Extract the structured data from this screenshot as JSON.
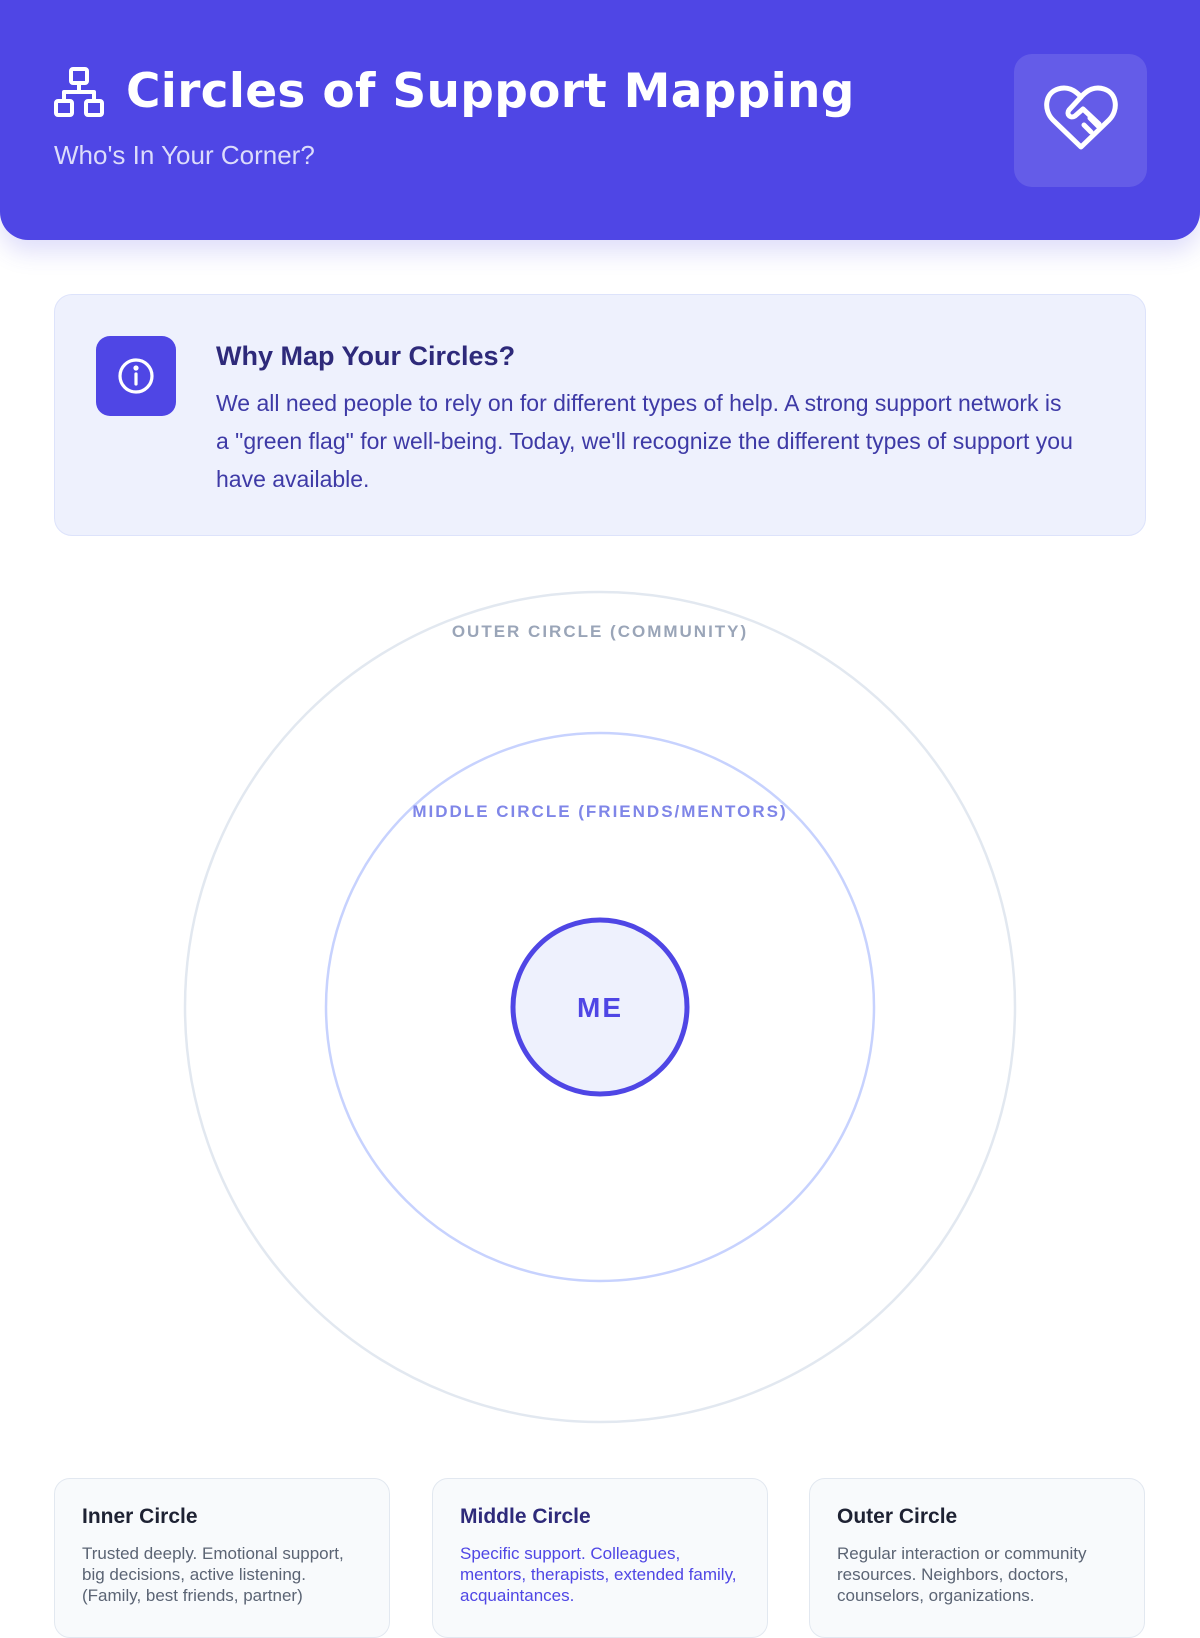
{
  "header": {
    "title": "Circles of Support Mapping",
    "subtitle": "Who's In Your Corner?",
    "title_icon": "sitemap-icon",
    "badge_icon": "heart-handshake-icon"
  },
  "info": {
    "icon": "info-icon",
    "heading": "Why Map Your Circles?",
    "body": "We all need people to rely on for different types of help. A strong support network is a \"green flag\" for well-being. Today, we'll recognize the different types of support you have available."
  },
  "diagram": {
    "outer_label": "OUTER CIRCLE (COMMUNITY)",
    "middle_label": "MIDDLE CIRCLE (FRIENDS/MENTORS)",
    "center_label": "ME"
  },
  "legend": [
    {
      "title": "Inner Circle",
      "description": "Trusted deeply. Emotional support, big decisions, active listening. (Family, best friends, partner)"
    },
    {
      "title": "Middle Circle",
      "description": "Specific support. Colleagues, mentors, therapists, extended family, acquaintances."
    },
    {
      "title": "Outer Circle",
      "description": "Regular interaction or community resources. Neighbors, doctors, counselors, organizations."
    }
  ],
  "colors": {
    "brand": "#4f46e5",
    "info_bg": "#eef1fd",
    "outer_ring": "#e2e8f0",
    "middle_ring": "#c7d2fe"
  }
}
